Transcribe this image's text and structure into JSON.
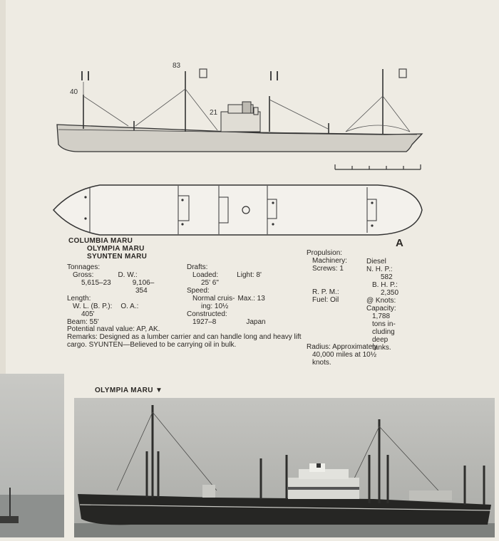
{
  "drawing": {
    "dim_40": "40",
    "dim_83": "83",
    "dim_21": "21",
    "plate_letter": "A"
  },
  "names": [
    "COLUMBIA MARU",
    "OLYMPIA MARU",
    "SYUNTEN MARU"
  ],
  "tonnages": {
    "label": "Tonnages:",
    "gross_label": "Gross:",
    "gross_value": "5,615–23",
    "dw_label": "D. W.:",
    "dw_value_1": "9,106–",
    "dw_value_2": "354"
  },
  "length": {
    "label": "Length:",
    "wl_label": "W. L. (B. P.):",
    "wl_value": "405'",
    "oa_label": "O. A.:"
  },
  "beam": "Beam: 55'",
  "drafts": {
    "label": "Drafts:",
    "loaded_label": "Loaded:",
    "loaded_value": "25' 6\"",
    "light": "Light: 8'"
  },
  "speed": {
    "label": "Speed:",
    "normal_1": "Normal cruis-",
    "normal_2": "ing: 10½",
    "max": "Max.: 13"
  },
  "constructed": {
    "label": "Constructed:",
    "years": "1927–8",
    "country": "Japan"
  },
  "potential": "Potential naval value: AP, AK.",
  "remarks": {
    "label": "Remarks:",
    "text": "Designed as a lumber carrier and can handle long and heavy lift cargo.",
    "syunten": "SYUNTEN—Believed to be carrying oil in bulk."
  },
  "propulsion": {
    "label": "Propulsion:",
    "machinery_label": "Machinery:",
    "machinery_value": "Diesel",
    "screws_label": "Screws: 1",
    "nhp_label": "N. H. P.:",
    "nhp_value": "582",
    "bhp_label": "B. H. P.:",
    "bhp_value": "2,350",
    "rpm_label": "R. P. M.:",
    "rpm_value": "@ Knots:",
    "fuel_label": "Fuel: Oil",
    "capacity_label": "Capacity:",
    "capacity_1": "1,788",
    "capacity_2": "tons in-",
    "capacity_3": "cluding",
    "capacity_4": "deep",
    "capacity_5": "tanks.",
    "radius_1": "Radius: Approximately",
    "radius_2": "40,000 miles at 10½",
    "radius_3": "knots."
  },
  "photo": {
    "label": "OLYMPIA MARU",
    "arrow": "▼"
  }
}
